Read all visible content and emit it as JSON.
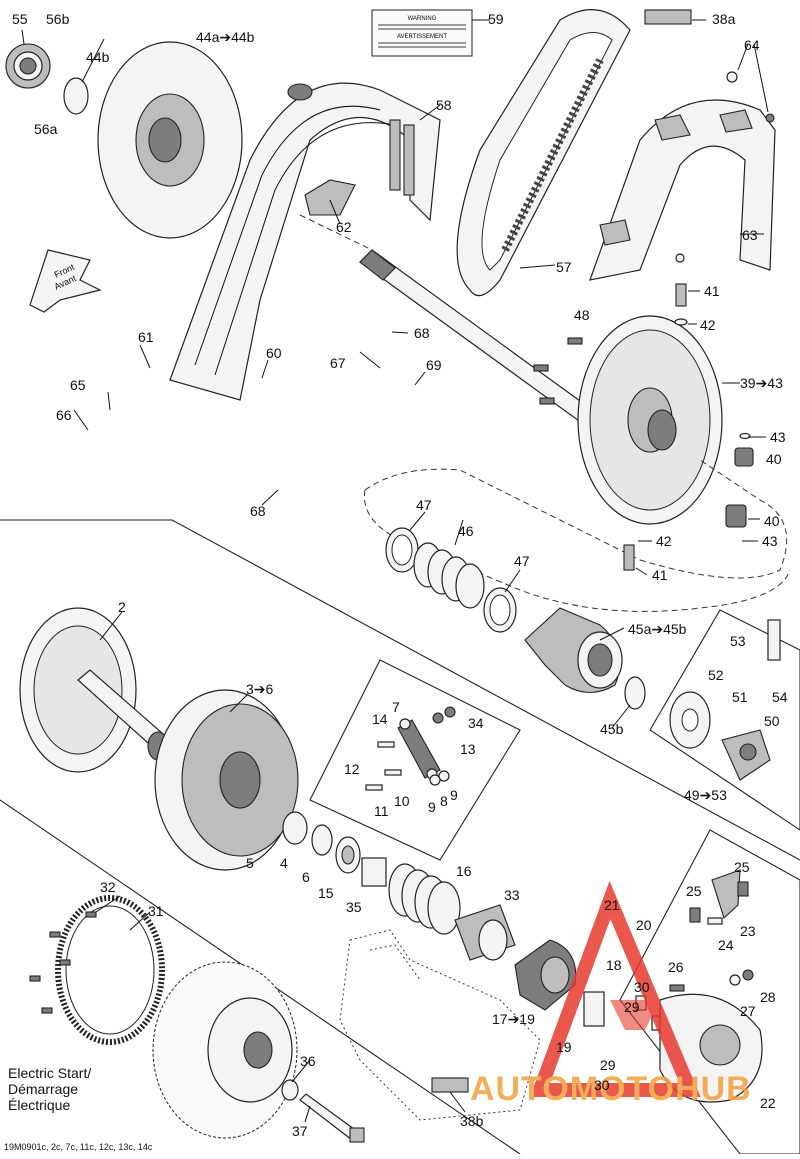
{
  "diagram": {
    "callouts": {
      "c55": "55",
      "c56b": "56b",
      "c56a": "56a",
      "c44b": "44b",
      "c44a": "44a➔44b",
      "c59": "59",
      "c38a": "38a",
      "c64": "64",
      "c58": "58",
      "c62": "62",
      "c57": "57",
      "c63": "63",
      "c41a": "41",
      "c42a": "42",
      "c48": "48",
      "c39": "39➔43",
      "c43a": "43",
      "c40a": "40",
      "c61": "61",
      "c60": "60",
      "c67": "67",
      "c68a": "68",
      "c69": "69",
      "c65": "65",
      "c66": "66",
      "c68b": "68",
      "c47a": "47",
      "c46": "46",
      "c47b": "47",
      "c40b": "40",
      "c42b": "42",
      "c43b": "43",
      "c41b": "41",
      "c45a": "45a➔45b",
      "c45b": "45b",
      "c53": "53",
      "c52": "52",
      "c51": "51",
      "c54": "54",
      "c50": "50",
      "c49": "49➔53",
      "c2": "2",
      "c3": "3➔6",
      "c7": "7",
      "c14": "14",
      "c34": "34",
      "c13": "13",
      "c12": "12",
      "c10": "10",
      "c11": "11",
      "c9a": "9",
      "c8": "8",
      "c9b": "9",
      "c5": "5",
      "c4": "4",
      "c6": "6",
      "c15": "15",
      "c35": "35",
      "c16": "16",
      "c33": "33",
      "c32": "32",
      "c31": "31",
      "c21": "21",
      "c20": "20",
      "c25a": "25",
      "c25b": "25",
      "c23": "23",
      "c24": "24",
      "c18": "18",
      "c26": "26",
      "c30a": "30",
      "c29a": "29",
      "c28": "28",
      "c27": "27",
      "c17": "17➔19",
      "c19": "19",
      "c29b": "29",
      "c30b": "30",
      "c22": "22",
      "c36": "36",
      "c37": "37",
      "c38b": "38b"
    },
    "direction_arrow": {
      "line1": "Front",
      "line2": "Avant"
    },
    "electric_start": {
      "line1": "Electric Start/",
      "line2": "Démarrage",
      "line3": "Électrique"
    },
    "footer_code": "19M0901c, 2c, 7c, 11c, 12c, 13c, 14c",
    "warning_label": {
      "title": "WARNING",
      "title_fr": "AVERTISSEMENT"
    },
    "watermark": "AUTOMOTOHUB",
    "colors": {
      "ink": "#111111",
      "watermark_red": "#e63a2f",
      "watermark_orange": "#f2a03c",
      "watermark_dark": "#555555"
    }
  }
}
